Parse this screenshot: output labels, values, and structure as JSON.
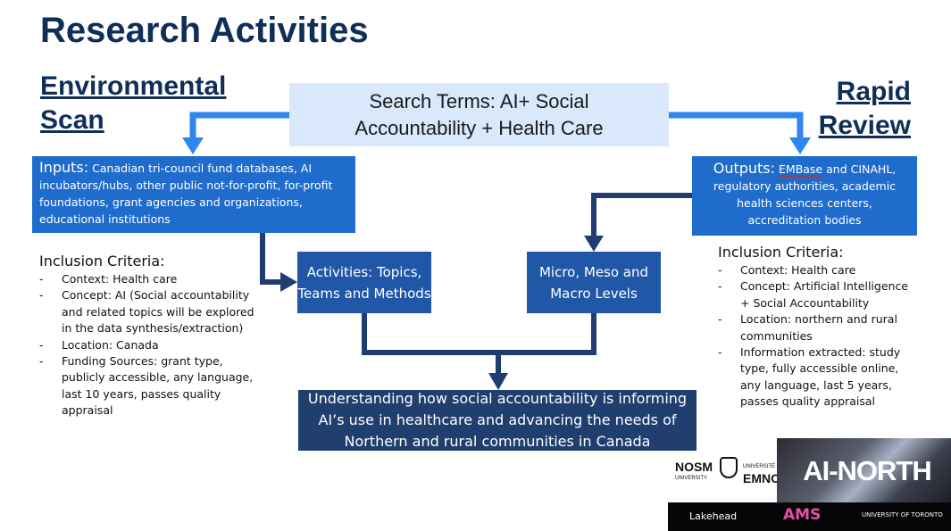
{
  "title": "Research Activities",
  "environmental_scan": {
    "line1": "Environmental",
    "line2": "Scan"
  },
  "rapid_review": {
    "line1": "Rapid",
    "line2": "Review"
  },
  "search_terms": "Search Terms: AI+ Social Accountability + Health Care",
  "inputs": {
    "lead": "Inputs:",
    "text": " Canadian tri-council fund databases, AI incubators/hubs, other public not-for-profit, for-profit foundations, grant agencies and organizations, educational institutions"
  },
  "outputs": {
    "lead": "Outputs:",
    "text1": "EMBase",
    "text2": " and CINAHL, regulatory authorities, academic health sciences centers, accreditation bodies"
  },
  "activities": "Activities: Topics, Teams and Methods",
  "levels": "Micro, Meso and Macro Levels",
  "result": "Understanding how social accountability is informing AI’s use in healthcare and advancing the needs of Northern and rural communities in Canada",
  "left_criteria": {
    "title": "Inclusion Criteria:",
    "items": [
      "Context: Health care",
      "Concept: AI (Social accountability and related topics will be explored in the data synthesis/extraction)",
      "Location: Canada",
      "Funding Sources: grant type, publicly accessible, any language, last 10 years, passes quality appraisal"
    ]
  },
  "right_criteria": {
    "title": "Inclusion Criteria:",
    "items": [
      "Context: Health care",
      "Concept: Artificial Intelligence + Social Accountability",
      "Location: northern and rural communities",
      "Information extracted: study type, fully accessible online, any language, last 5 years, passes quality appraisal"
    ]
  },
  "logos": {
    "nosm": "NOSM",
    "nosm_sub": "UNIVERSITY",
    "emno": "EMNO",
    "emno_sub": "UNIVERSITÉ",
    "ai_north": "AI-NORTH",
    "lakehead": "Lakehead",
    "ams": "AMS",
    "utoronto": "UNIVERSITY OF TORONTO"
  },
  "colors": {
    "title": "#0f2f59",
    "bright_arrow": "#2f86f0",
    "dark_arrow": "#1f3d70",
    "inputs_box": "#1f6ccc",
    "activity_box": "#2057a6",
    "result_box": "#203e6e",
    "search_box": "#d9e8fb"
  }
}
